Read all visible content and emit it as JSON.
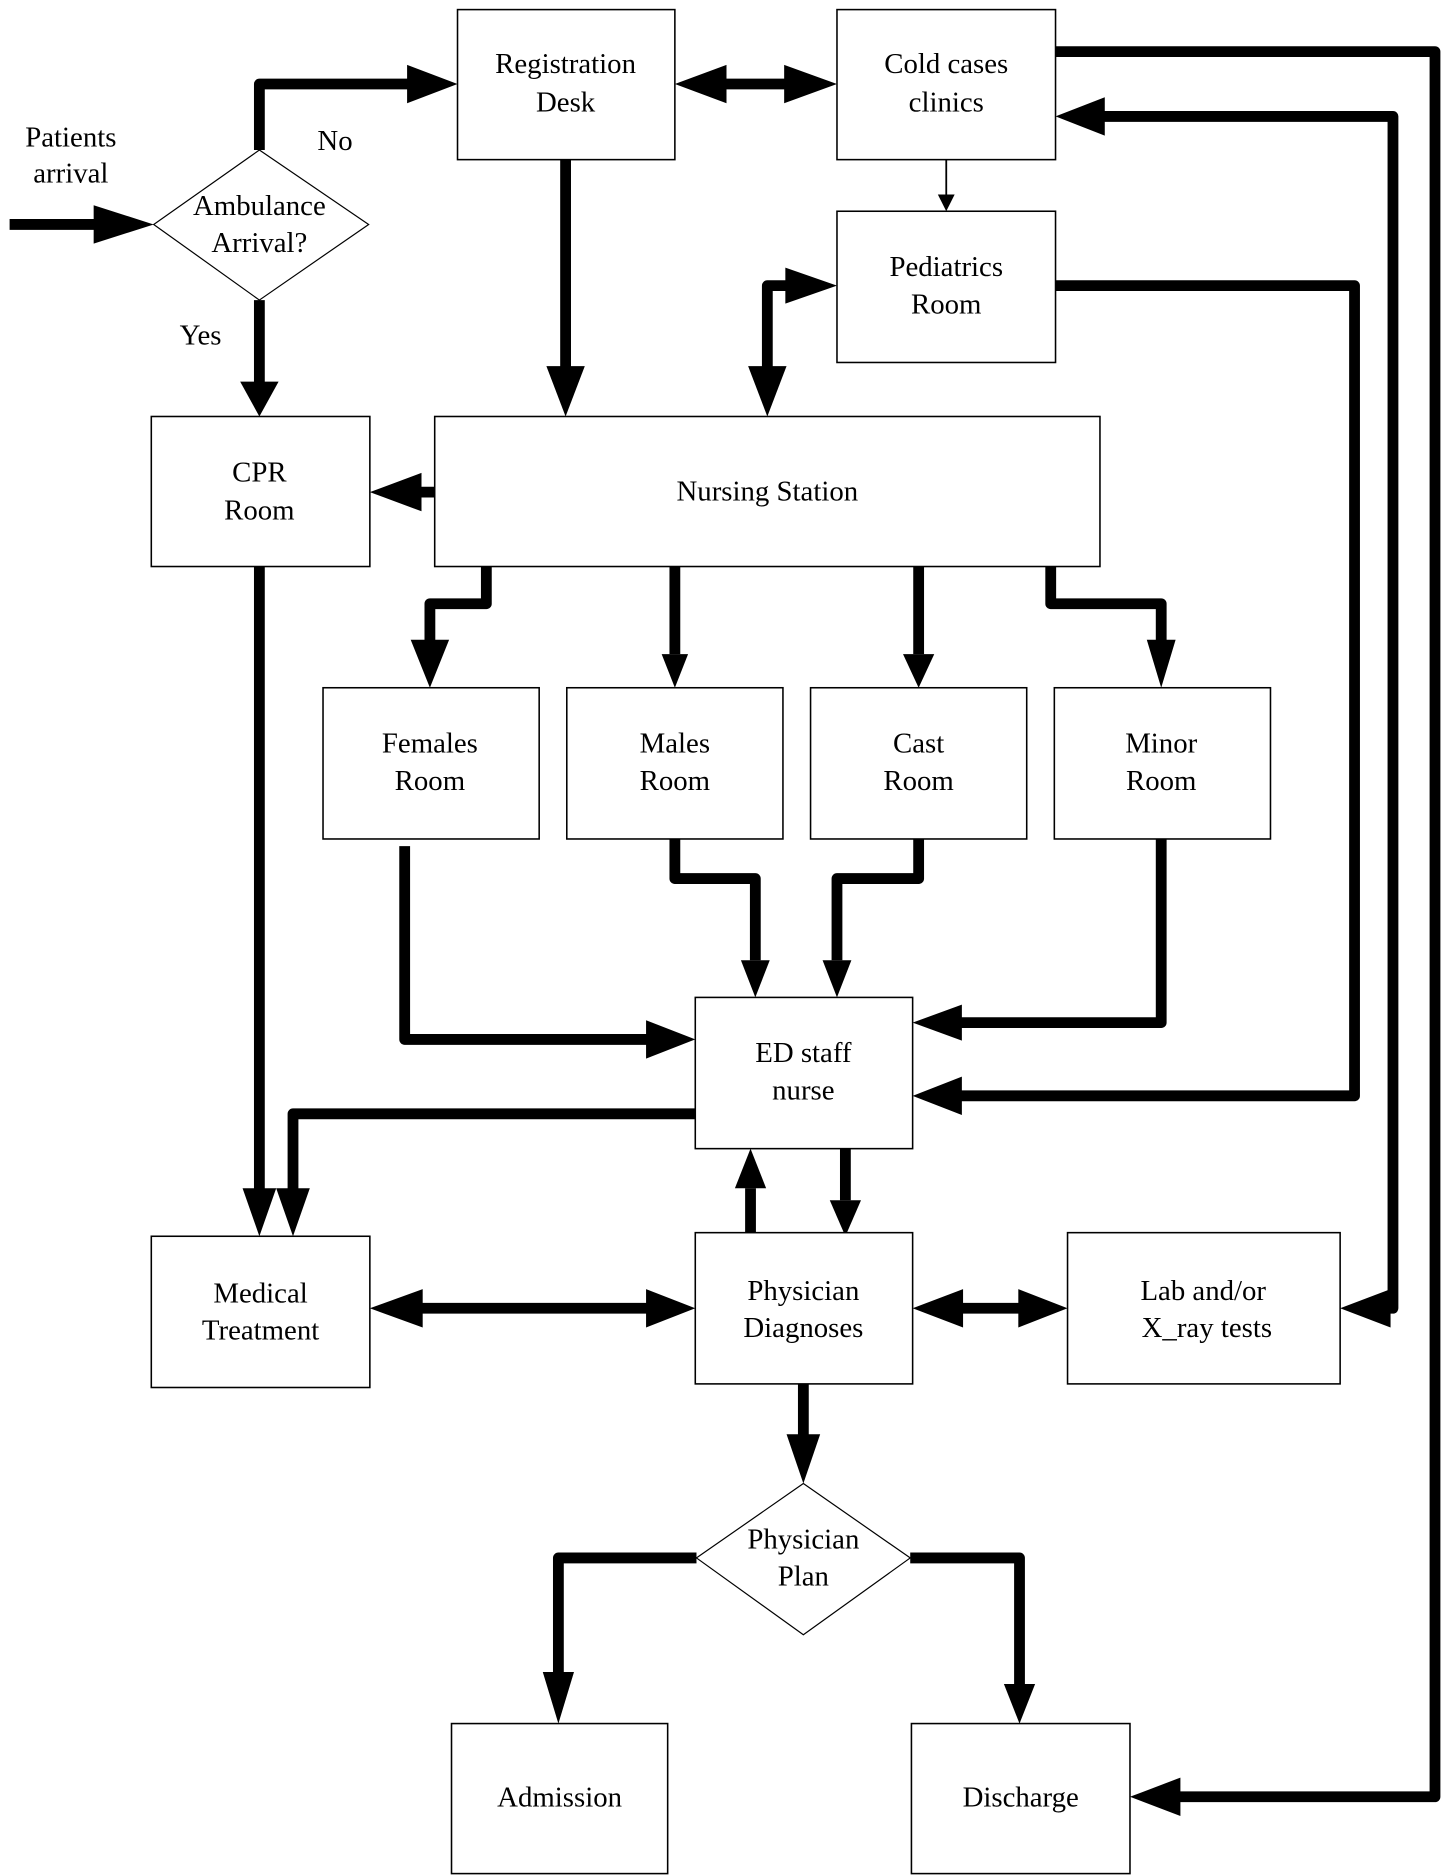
{
  "diagram": {
    "title": "Emergency Department patient flow",
    "colors": {
      "line": "#000000",
      "background": "#ffffff"
    },
    "entry_label": [
      "Patients",
      "arrival"
    ],
    "decisions": {
      "ambulance": {
        "lines": [
          "Ambulance",
          "Arrival?"
        ],
        "yes_label": "Yes",
        "no_label": "No"
      },
      "physician_plan": {
        "lines": [
          "Physician",
          "Plan"
        ]
      }
    },
    "nodes": {
      "registration": [
        "Registration",
        "Desk"
      ],
      "cold_cases": [
        "Cold cases",
        "clinics"
      ],
      "pediatrics": [
        "Pediatrics",
        "Room"
      ],
      "cpr": [
        "CPR",
        "Room"
      ],
      "nursing": [
        "Nursing Station"
      ],
      "females": [
        "Females",
        "Room"
      ],
      "males": [
        "Males",
        "Room"
      ],
      "cast": [
        "Cast",
        "Room"
      ],
      "minor": [
        "Minor",
        "Room"
      ],
      "ed_staff": [
        "ED staff",
        "nurse"
      ],
      "medical": [
        "Medical",
        "Treatment"
      ],
      "physician_dx": [
        "Physician",
        "Diagnoses"
      ],
      "lab": [
        "Lab and/or",
        "X_ray tests"
      ],
      "admission": [
        "Admission"
      ],
      "discharge": [
        "Discharge"
      ]
    }
  }
}
